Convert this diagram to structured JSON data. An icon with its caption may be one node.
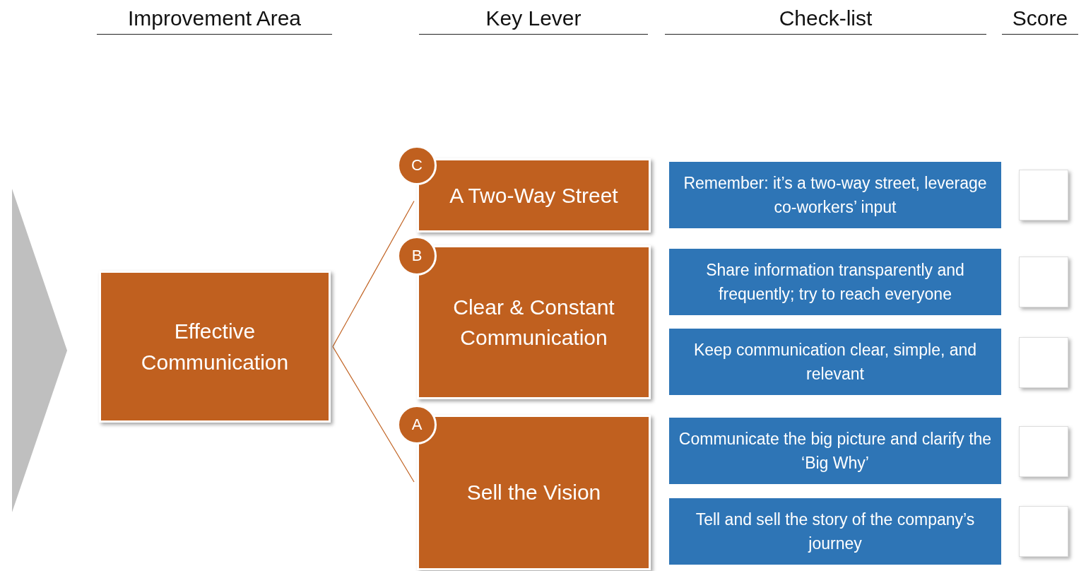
{
  "diagram": {
    "nodes": [
      {
        "text": [],
        "shape": "chevron"
      },
      {
        "text": [
          "Effective Communication"
        ]
      },
      {
        "text": [
          "C"
        ]
      },
      {
        "text": [
          "A Two-Way Street"
        ]
      },
      {
        "text": [
          "B"
        ]
      },
      {
        "text": [
          "Clear & Constant Communication"
        ]
      },
      {
        "text": [
          "A"
        ]
      },
      {
        "text": [
          "Sell the Vision"
        ]
      },
      {
        "text": [
          "Remember: it’s a two-way street, leverage co-workers’ input"
        ]
      },
      {
        "text": [
          "Share information transparently and frequently; try to reach everyone"
        ]
      },
      {
        "text": [
          "Keep communication clear, simple, and relevant"
        ]
      },
      {
        "text": [
          "Communicate the big picture and clarify the ‘Big Why’"
        ]
      },
      {
        "text": [
          "Tell and sell the story of the company’s journey"
        ]
      },
      {
        "text": [],
        "shape": "box"
      },
      {
        "text": [],
        "shape": "box"
      },
      {
        "text": [],
        "shape": "box"
      },
      {
        "text": [],
        "shape": "box"
      },
      {
        "text": [],
        "shape": "box"
      }
    ],
    "edges": [
      {
        "from": 1,
        "to": 3,
        "arrow": "none"
      },
      {
        "from": 1,
        "to": 7,
        "arrow": "none"
      }
    ],
    "labels": [
      "Improvement Area",
      "Key Lever",
      "Check-list",
      "Score"
    ]
  }
}
